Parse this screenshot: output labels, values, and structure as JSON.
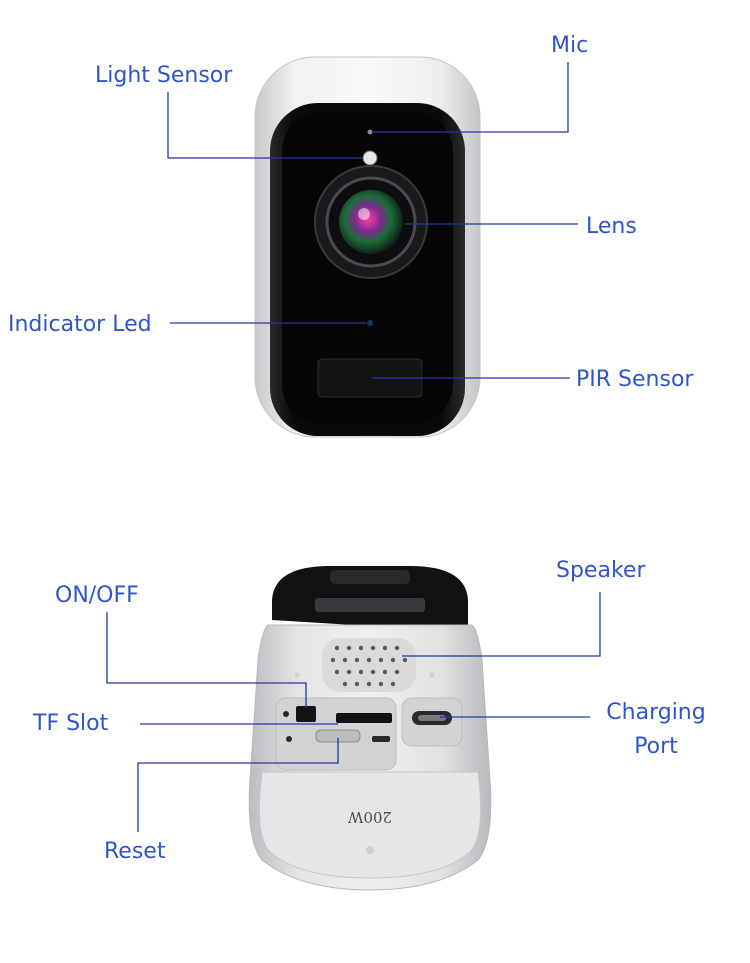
{
  "colors": {
    "label": "#2f55c8",
    "leader_line": "#1e3aa0",
    "housing": "#e9e9eb",
    "face": "#0c0c0e"
  },
  "front_view": {
    "labels": {
      "mic": "Mic",
      "light_sensor": "Light Sensor",
      "lens": "Lens",
      "indicator_led": "Indicator Led",
      "pir_sensor": "PIR Sensor"
    }
  },
  "bottom_view": {
    "labels": {
      "speaker": "Speaker",
      "on_off": "ON/OFF",
      "tf_slot": "TF Slot",
      "charging_port_line1": "Charging",
      "charging_port_line2": "Port",
      "reset": "Reset"
    },
    "battery_stamp": "200W"
  }
}
